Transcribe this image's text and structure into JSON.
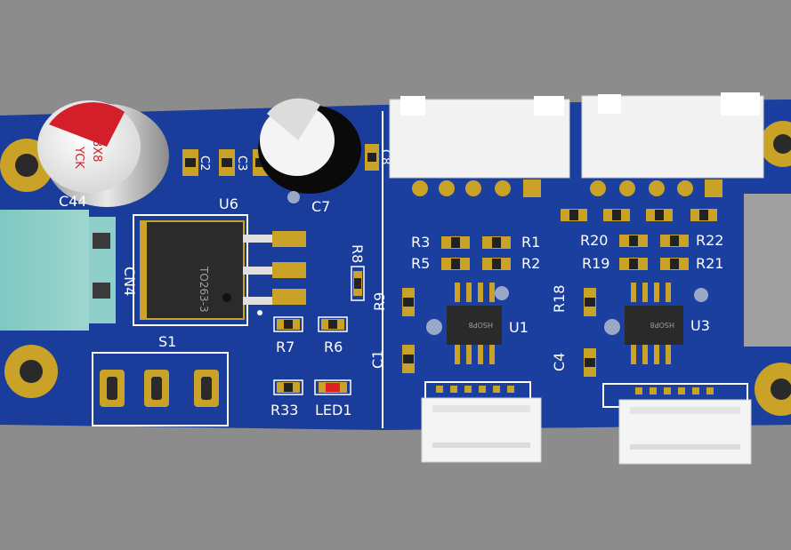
{
  "colors": {
    "background": "#8c8c8c",
    "board": "#1a3d9c",
    "silkscreen": "#ffffff",
    "pad_gold": "#c9a227",
    "led": "#e02020"
  },
  "board": {
    "labels": {
      "c44": "C44",
      "cap_marking_1": "8X8",
      "cap_marking_2": "YCK",
      "u6": "U6",
      "to263": "TO263-3",
      "cn4": "CN4",
      "c2": "C2",
      "c3": "C3",
      "c7": "C7",
      "c8": "C8",
      "r8": "R8",
      "r7": "R7",
      "r6": "R6",
      "s1": "S1",
      "r33": "R33",
      "led1": "LED1",
      "r3": "R3",
      "r1": "R1",
      "r5": "R5",
      "r2": "R2",
      "r9": "R9",
      "u1": "U1",
      "c1": "C1",
      "hsop8_1": "HSOP8",
      "r20": "R20",
      "r22": "R22",
      "r19": "R19",
      "r21": "R21",
      "r18": "R18",
      "u3": "U3",
      "c4": "C4",
      "hsop8_3": "HSOP8"
    }
  }
}
